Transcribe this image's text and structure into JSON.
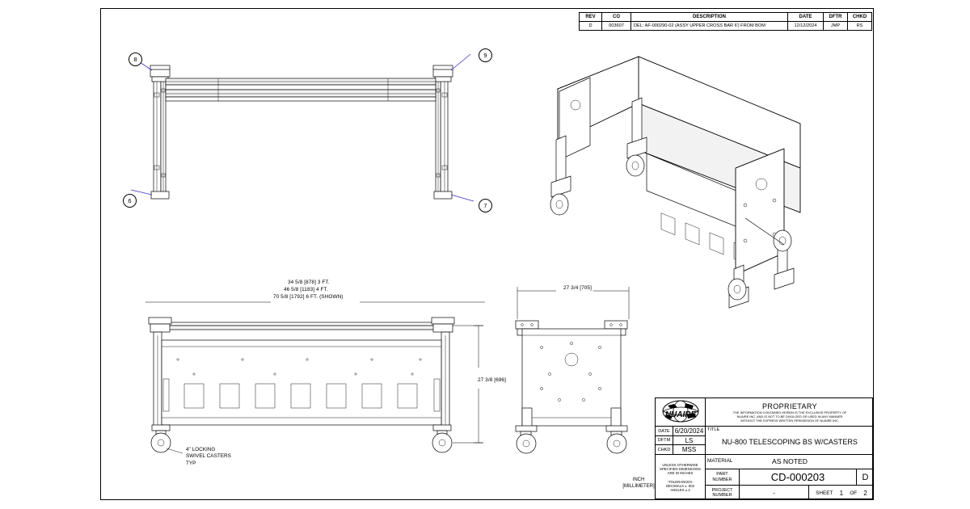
{
  "drawing": {
    "sheet_size": "1200x630",
    "unit_note_line1": "INCH",
    "unit_note_line2": "[MILLIMETER]"
  },
  "revision_table": {
    "headers": [
      "REV",
      "CO",
      "DESCRIPTION",
      "DATE",
      "DFTR",
      "CHKD"
    ],
    "rows": [
      {
        "rev": "D",
        "co": "003607",
        "description": "DEL: AF-000290-02 (ASSY UPPER CROSS BAR 6') FROM BOM",
        "date": "12/12/2024",
        "dftr": "JMP",
        "chkd": "RS"
      }
    ]
  },
  "balloons": [
    {
      "id": "balloon-8",
      "label": "8"
    },
    {
      "id": "balloon-9",
      "label": "9"
    },
    {
      "id": "balloon-6",
      "label": "6"
    },
    {
      "id": "balloon-7",
      "label": "7"
    }
  ],
  "dimensions": {
    "front_width_3ft": "34 5/8 [878] 3 FT.",
    "front_width_4ft": "46 5/8 [1183] 4 FT.",
    "front_width_6ft": "70 5/8 [1792] 6 FT. (SHOWN)",
    "front_height": "27 3/8 [696]",
    "side_width": "27 3/4 [705]"
  },
  "notes": {
    "caster_line1": "4\" LOCKING",
    "caster_line2": "SWIVEL CASTERS",
    "caster_line3": "TYP"
  },
  "title_block": {
    "logo_text": "NUAIRE",
    "proprietary_title": "PROPRIETARY",
    "proprietary_line1": "THE INFORMATION CONTAINED HEREIN IS THE EXCLUSIVE PROPERTY OF",
    "proprietary_line2": "NUAIRE INC. AND IS NOT TO BE DIVULGED OR USED IN ANY MANNER",
    "proprietary_line3": "WITHOUT THE EXPRESS WRITTEN PERMISSION OF NUAIRE INC.",
    "date_label": "DATE",
    "date_value": "6/20/2024",
    "dftm_label": "DFTM",
    "dftm_value": "LS",
    "chkd_label": "CHKD",
    "chkd_value": "MSS",
    "tolerance_line1": "UNLESS OTHERWISE",
    "tolerance_line2": "SPECIFIED DIMENSIONS",
    "tolerance_line3": "ARE IN INCHES",
    "tolerance_header": "-TOLERANCES-",
    "tolerance_decimals": "DECIMALS ± .002",
    "tolerance_angles": "ANGLES ± 2",
    "title_label": "TITLE",
    "title_value": "NU-800 TELESCOPING BS W/CASTERS",
    "material_label": "MATERIAL",
    "material_value": "AS NOTED",
    "part_number_label_1": "PART",
    "part_number_label_2": "NUMBER",
    "part_number_value": "CD-000203",
    "revision_value": "D",
    "project_number_label_1": "PROJECT",
    "project_number_label_2": "NUMBER",
    "project_number_value": "-",
    "sheet_label": "SHEET",
    "sheet_number": "1",
    "sheet_of": "OF",
    "sheet_total": "2"
  },
  "views": {
    "top_left": "front-elevation-telescoping-frame",
    "top_right": "isometric-assembly-view",
    "bottom_left": "front-view-with-casters",
    "bottom_middle": "side-view-with-casters"
  },
  "colors": {
    "line": "#000000",
    "leader": "#3a32c8",
    "background": "#ffffff",
    "panel_fill": "#f2f2f2"
  }
}
